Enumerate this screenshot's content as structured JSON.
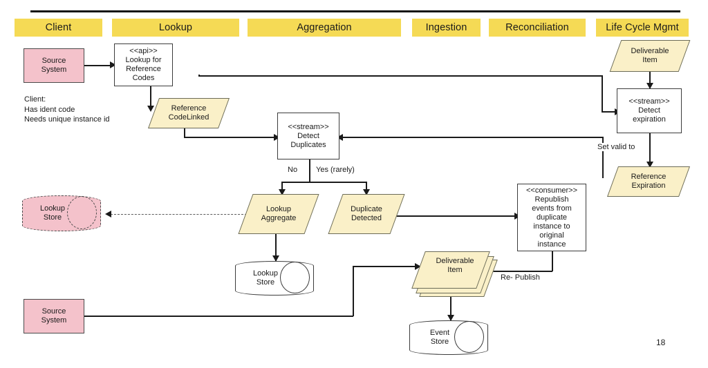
{
  "slide": {
    "page_number": "18",
    "colors": {
      "lane_header": "#F5DA55",
      "source_system_fill": "#F4C2CB",
      "data_node_fill": "#FAF0C8",
      "line": "#1a1a1a"
    }
  },
  "lanes": [
    {
      "label": "Client"
    },
    {
      "label": "Lookup"
    },
    {
      "label": "Aggregation"
    },
    {
      "label": "Ingestion"
    },
    {
      "label": "Reconciliation"
    },
    {
      "label": "Life Cycle Mgmt"
    }
  ],
  "nodes": {
    "source_system_top": {
      "label": "Source\nSystem",
      "shape": "rectangle",
      "fill": "#F4C2CB"
    },
    "lookup_api": {
      "label": "<<api>>\nLookup for\nReference\nCodes",
      "shape": "rectangle",
      "fill": "#ffffff"
    },
    "reference_code_linked": {
      "label": "Reference\nCodeLinked",
      "shape": "parallelogram",
      "fill": "#FAF0C8"
    },
    "detect_duplicates": {
      "label": "<<stream>>\nDetect\nDuplicates",
      "shape": "rectangle",
      "fill": "#ffffff"
    },
    "lookup_aggregate": {
      "label": "Lookup\nAggregate",
      "shape": "parallelogram",
      "fill": "#FAF0C8"
    },
    "duplicate_detected": {
      "label": "Duplicate\nDetected",
      "shape": "parallelogram",
      "fill": "#FAF0C8"
    },
    "republish_consumer": {
      "label": "<<consumer>>\nRepublish\nevents from\nduplicate\ninstance to\noriginal\ninstance",
      "shape": "rectangle",
      "fill": "#ffffff"
    },
    "lookup_store_cache": {
      "label": "Lookup\nStore",
      "shape": "cylinder-dashed",
      "fill": "#F4C2CB"
    },
    "lookup_store_db": {
      "label": "Lookup\nStore",
      "shape": "cylinder",
      "fill": "#ffffff"
    },
    "deliverable_item_stack": {
      "label": "Deliverable\nItem",
      "shape": "parallelogram-stack",
      "fill": "#FAF0C8"
    },
    "event_store": {
      "label": "Event\nStore",
      "shape": "cylinder",
      "fill": "#ffffff"
    },
    "source_system_bottom": {
      "label": "Source\nSystem",
      "shape": "rectangle",
      "fill": "#F4C2CB"
    },
    "deliverable_item_lcm": {
      "label": "Deliverable\nItem",
      "shape": "parallelogram",
      "fill": "#FAF0C8"
    },
    "detect_expiration": {
      "label": "<<stream>>\nDetect\nexpiration",
      "shape": "rectangle",
      "fill": "#ffffff"
    },
    "reference_expiration": {
      "label": "Reference\nExpiration",
      "shape": "parallelogram",
      "fill": "#FAF0C8"
    }
  },
  "annotations": {
    "client_note": "Client:\nHas ident code\nNeeds unique instance id"
  },
  "edge_labels": {
    "branch_no": "No",
    "branch_yes": "Yes (rarely)",
    "republish": "Re- Publish",
    "set_valid_to": "Set valid to"
  }
}
